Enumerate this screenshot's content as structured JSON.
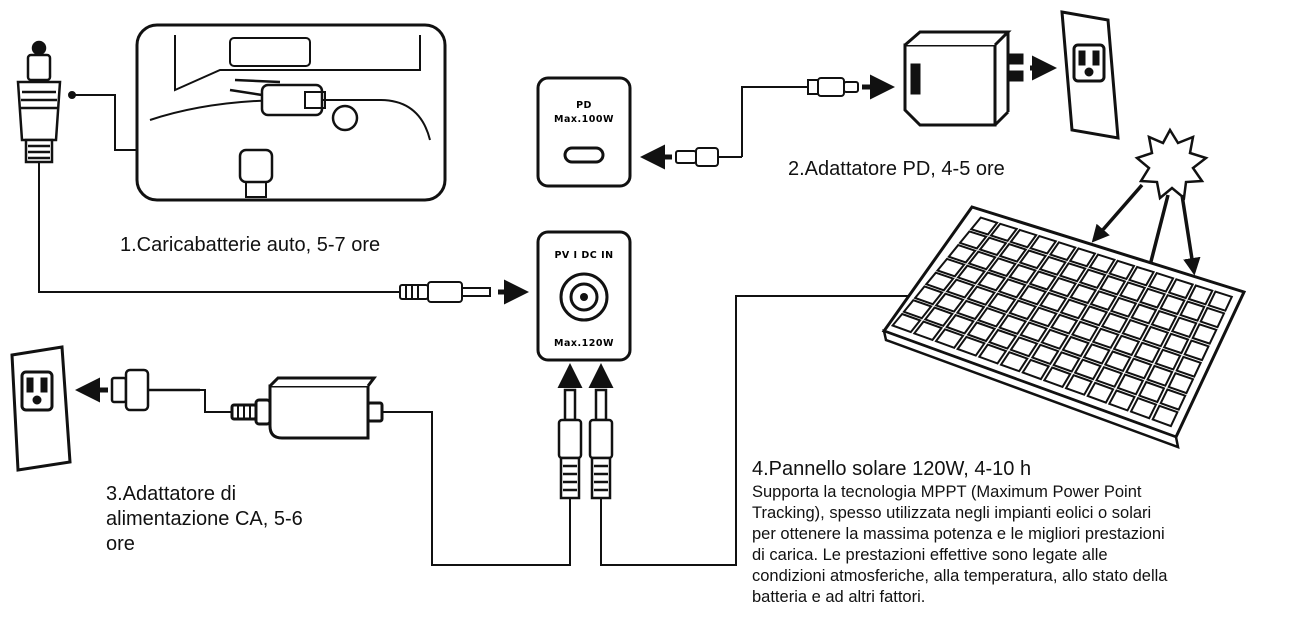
{
  "pd_port": {
    "line1": "PD",
    "line2": "Max.100W"
  },
  "dc_port": {
    "title": "PV I DC IN",
    "rating": "Max.120W"
  },
  "labels": {
    "car": "1.Caricabatterie auto, 5-7 ore",
    "pd": "2.Adattatore PD, 4-5 ore",
    "ac_lines": [
      "3.Adattatore di",
      "alimentazione CA, 5-6",
      "ore"
    ],
    "solar_title": "4.Pannello solare 120W, 4-10 h",
    "solar_desc_lines": [
      "Supporta la tecnologia MPPT (Maximum Power Point",
      "Tracking), spesso utilizzata negli impianti eolici o solari",
      "per ottenere la massima potenza e le migliori prestazioni",
      "di carica. Le prestazioni effettive sono legate alle",
      "condizioni atmosferiche, alla temperatura, allo stato della",
      "batteria e ad altri fattori."
    ]
  },
  "icons": [
    "car-charger-plug-icon",
    "car-console-icon",
    "usb-c-cable-icon",
    "pd-wall-adapter-icon",
    "wall-outlet-icon",
    "sun-icon",
    "solar-panel-icon",
    "dc-plug-icon",
    "ac-power-brick-icon",
    "arrow-icon"
  ]
}
